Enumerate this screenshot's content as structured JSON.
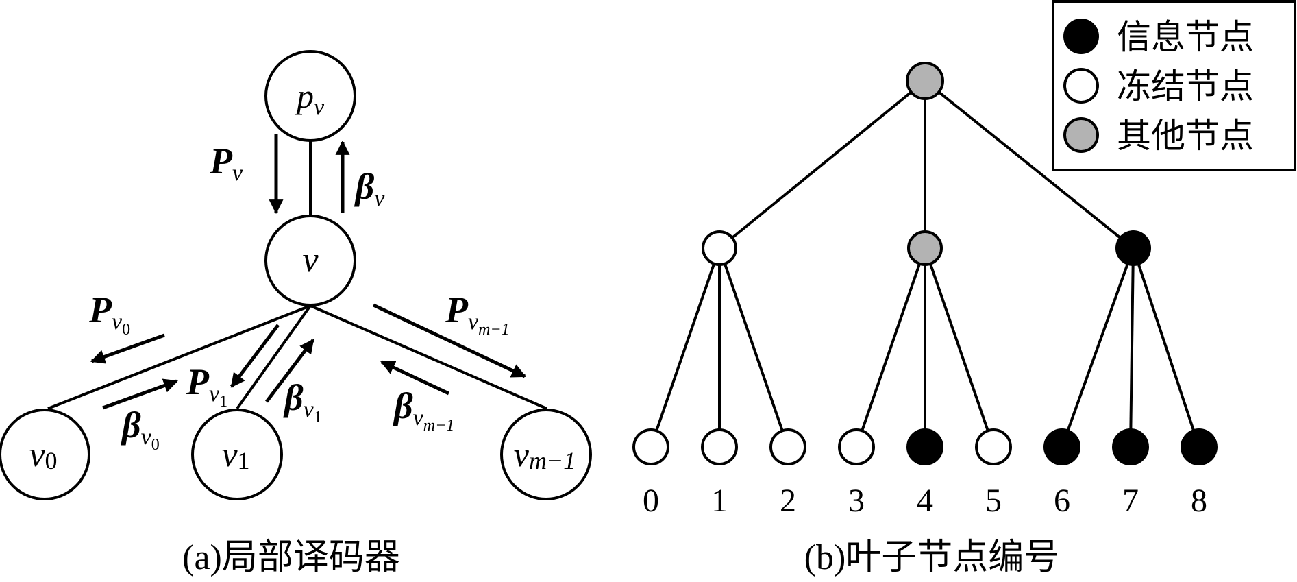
{
  "local_decoder": {
    "caption": "(a)局部译码器",
    "nodes": {
      "parent": {
        "main": "p",
        "sub": "v"
      },
      "center": {
        "main": "v"
      },
      "child0": {
        "main": "v",
        "sub": "0"
      },
      "child1": {
        "main": "v",
        "sub": "1"
      },
      "childm": {
        "main": "v",
        "sub": "m−1"
      }
    },
    "messages": {
      "P_v": {
        "main": "P",
        "sub": "v"
      },
      "beta_v": {
        "main": "β",
        "sub": "v"
      },
      "P_v0": {
        "main": "P",
        "sub": "v",
        "subsub": "0"
      },
      "beta_v0": {
        "main": "β",
        "sub": "v",
        "subsub": "0"
      },
      "P_v1": {
        "main": "P",
        "sub": "v",
        "subsub": "1"
      },
      "beta_v1": {
        "main": "β",
        "sub": "v",
        "subsub": "1"
      },
      "P_vm1": {
        "main": "P",
        "sub": "v",
        "subsub": "m−1"
      },
      "beta_vm1": {
        "main": "β",
        "sub": "v",
        "subsub": "m−1"
      }
    }
  },
  "leaf_numbering": {
    "caption": "(b)叶子节点编号",
    "root_type": "other",
    "mid_types": [
      "frozen",
      "other",
      "info"
    ],
    "leaves": [
      {
        "label": "0",
        "type": "frozen"
      },
      {
        "label": "1",
        "type": "frozen"
      },
      {
        "label": "2",
        "type": "frozen"
      },
      {
        "label": "3",
        "type": "frozen"
      },
      {
        "label": "4",
        "type": "info"
      },
      {
        "label": "5",
        "type": "frozen"
      },
      {
        "label": "6",
        "type": "info"
      },
      {
        "label": "7",
        "type": "info"
      },
      {
        "label": "8",
        "type": "info"
      }
    ]
  },
  "legend": [
    {
      "label": "信息节点",
      "type": "info"
    },
    {
      "label": "冻结节点",
      "type": "frozen"
    },
    {
      "label": "其他节点",
      "type": "other"
    }
  ],
  "colors": {
    "info": "#000000",
    "frozen": "#ffffff",
    "other": "#b3b3b3",
    "stroke": "#000000"
  }
}
